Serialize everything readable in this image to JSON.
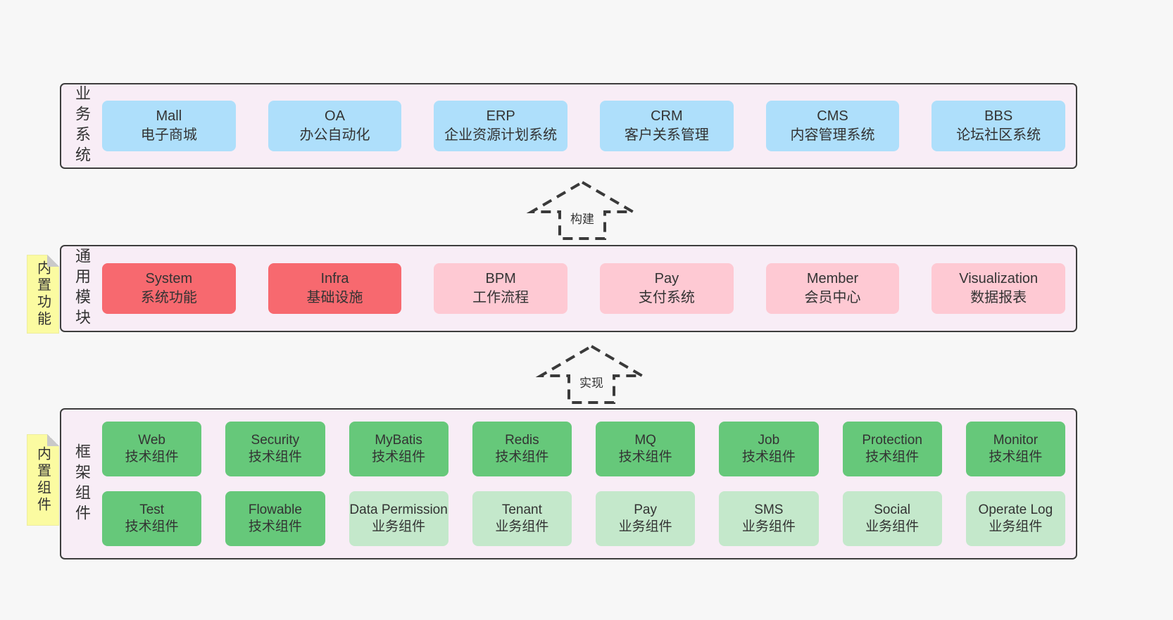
{
  "palette": {
    "page_bg": "#f7f7f7",
    "panel_bg": "#f8edf6",
    "panel_border": "#3d3d3d",
    "blue_box": "#aedffb",
    "red_box": "#f7696f",
    "pink_box": "#fec9d3",
    "green_dark_box": "#66c87a",
    "green_light_box": "#c4e8cb",
    "note_yellow": "#fbfba1",
    "text": "#333333"
  },
  "arrows": [
    {
      "label": "构建"
    },
    {
      "label": "实现"
    }
  ],
  "sections": {
    "business": {
      "label": "业务系统",
      "boxes": [
        {
          "name": "Mall",
          "desc": "电子商城",
          "type": "blue"
        },
        {
          "name": "OA",
          "desc": "办公自动化",
          "type": "blue"
        },
        {
          "name": "ERP",
          "desc": "企业资源计划系统",
          "type": "blue"
        },
        {
          "name": "CRM",
          "desc": "客户关系管理",
          "type": "blue"
        },
        {
          "name": "CMS",
          "desc": "内容管理系统",
          "type": "blue"
        },
        {
          "name": "BBS",
          "desc": "论坛社区系统",
          "type": "blue"
        }
      ]
    },
    "modules": {
      "label": "通用模块",
      "note": "内置功能",
      "boxes": [
        {
          "name": "System",
          "desc": "系统功能",
          "type": "red"
        },
        {
          "name": "Infra",
          "desc": "基础设施",
          "type": "red"
        },
        {
          "name": "BPM",
          "desc": "工作流程",
          "type": "pink"
        },
        {
          "name": "Pay",
          "desc": "支付系统",
          "type": "pink"
        },
        {
          "name": "Member",
          "desc": "会员中心",
          "type": "pink"
        },
        {
          "name": "Visualization",
          "desc": "数据报表",
          "type": "pink"
        }
      ]
    },
    "framework": {
      "label": "框架组件",
      "note": "内置组件",
      "rows": [
        [
          {
            "name": "Web",
            "desc": "技术组件",
            "type": "tech"
          },
          {
            "name": "Security",
            "desc": "技术组件",
            "type": "tech"
          },
          {
            "name": "MyBatis",
            "desc": "技术组件",
            "type": "tech"
          },
          {
            "name": "Redis",
            "desc": "技术组件",
            "type": "tech"
          },
          {
            "name": "MQ",
            "desc": "技术组件",
            "type": "tech"
          },
          {
            "name": "Job",
            "desc": "技术组件",
            "type": "tech"
          },
          {
            "name": "Protection",
            "desc": "技术组件",
            "type": "tech"
          },
          {
            "name": "Monitor",
            "desc": "技术组件",
            "type": "tech"
          }
        ],
        [
          {
            "name": "Test",
            "desc": "技术组件",
            "type": "tech"
          },
          {
            "name": "Flowable",
            "desc": "技术组件",
            "type": "tech"
          },
          {
            "name": "Data Permission",
            "desc": "业务组件",
            "type": "biz"
          },
          {
            "name": "Tenant",
            "desc": "业务组件",
            "type": "biz"
          },
          {
            "name": "Pay",
            "desc": "业务组件",
            "type": "biz"
          },
          {
            "name": "SMS",
            "desc": "业务组件",
            "type": "biz"
          },
          {
            "name": "Social",
            "desc": "业务组件",
            "type": "biz"
          },
          {
            "name": "Operate Log",
            "desc": "业务组件",
            "type": "biz"
          }
        ]
      ]
    }
  }
}
